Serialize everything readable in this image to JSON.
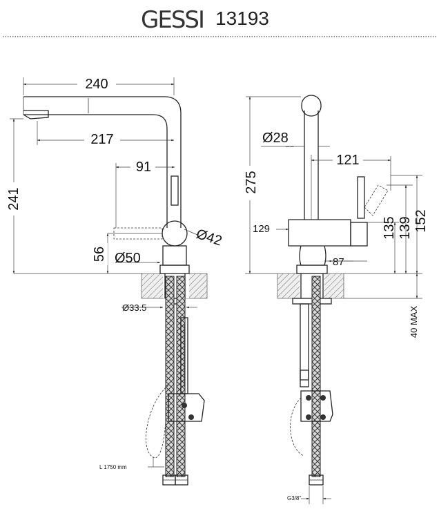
{
  "header": {
    "logo_text": "GESSI",
    "model_number": "13193"
  },
  "side_view": {
    "dim_spout_reach": "240",
    "dim_spout_inner": "217",
    "dim_handle_offset": "91",
    "dim_total_height": "241",
    "dim_body_diameter": "Ø42",
    "dim_base_height": "56",
    "dim_base_diameter": "Ø50",
    "dim_hole_diameter": "Ø33.5",
    "hose_length": "L  1750  mm"
  },
  "front_view": {
    "dim_height": "275",
    "dim_spout_diameter": "Ø28",
    "dim_handle_reach": "121",
    "dim_body_width": "129",
    "dim_handle_depth": "87",
    "dim_h135": "135",
    "dim_h139": "139",
    "dim_h152": "152",
    "dim_max_thickness": "40 MAX",
    "connection_thread": "G3/8\""
  },
  "colors": {
    "line": "#222222",
    "hatch": "#555555",
    "background": "#ffffff"
  }
}
